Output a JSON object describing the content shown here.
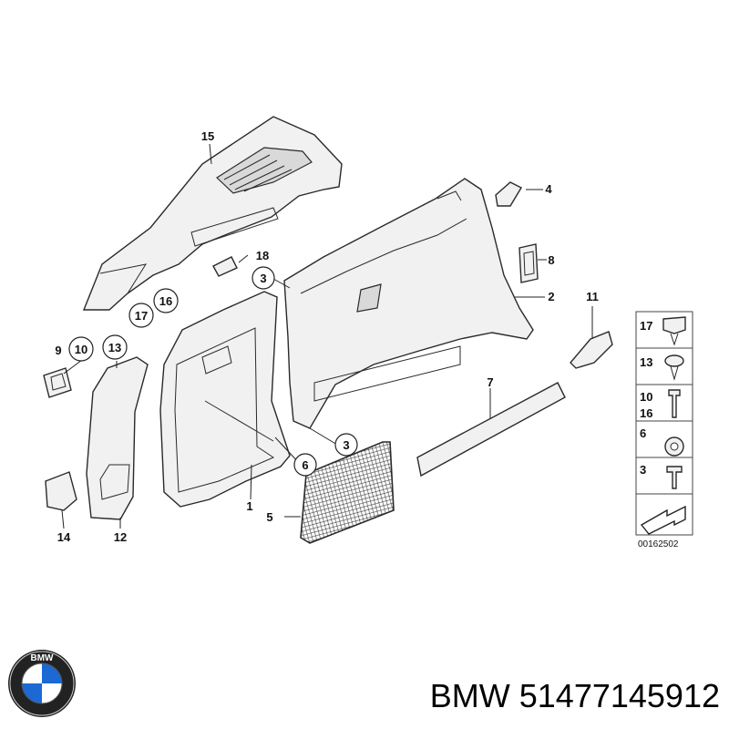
{
  "diagram": {
    "callouts": {
      "c1": "1",
      "c2": "2",
      "c3a": "3",
      "c3b": "3",
      "c4": "4",
      "c5": "5",
      "c6": "6",
      "c7": "7",
      "c8": "8",
      "c9": "9",
      "c10": "10",
      "c11": "11",
      "c12": "12",
      "c13": "13",
      "c14": "14",
      "c15": "15",
      "c16": "16",
      "c17": "17",
      "c18": "18"
    },
    "legend": {
      "items": [
        "17",
        "13",
        "10",
        "16",
        "6",
        "3"
      ],
      "code": "00162502"
    }
  },
  "brand": {
    "logo_text": "BMW",
    "caption": "BMW 51477145912"
  },
  "colors": {
    "bmw_blue": "#1c69d4",
    "line": "#2a2a2a"
  }
}
